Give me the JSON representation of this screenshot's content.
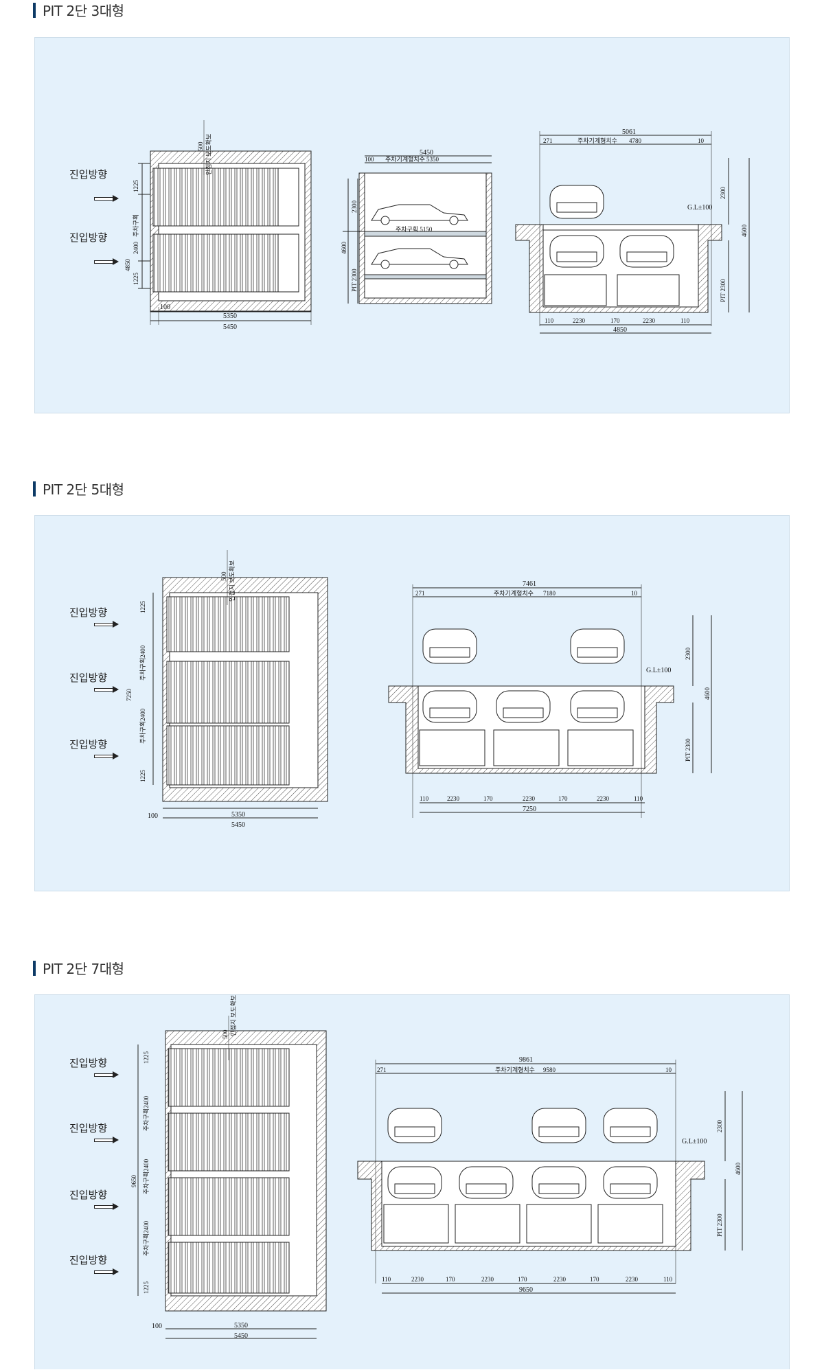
{
  "sections": [
    {
      "title": "PIT 2단 3대형",
      "entry_labels": [
        "진입방향",
        "진입방향"
      ],
      "plan": {
        "rows": [
          "1225",
          "2400",
          "1225"
        ],
        "total_depth": "4850",
        "bay_label": "주차구획",
        "offset": "100",
        "inner_width": "5350",
        "outer_width": "5450",
        "note_value": "500",
        "note_text": "인접지 보도확보"
      },
      "side": {
        "top_dim": "5450",
        "inner_label": "주차기계형치수",
        "inner_value": "5350",
        "left_offset": "100",
        "height_total": "4600",
        "upper": "2300",
        "pit": "PIT 2300",
        "bay_note": "주차구획 5150"
      },
      "front": {
        "overall": "5061",
        "left_offset": "271",
        "inner_label": "주차기계형치수",
        "inner_value": "4780",
        "right_offset": "10",
        "gl": "G.L±100",
        "upper": "2300",
        "total": "4600",
        "pit": "PIT 2300",
        "bottom_dims": [
          "110",
          "2230",
          "170",
          "2230",
          "110"
        ],
        "bottom_total": "4850"
      }
    },
    {
      "title": "PIT 2단 5대형",
      "entry_labels": [
        "진입방향",
        "진입방향",
        "진입방향"
      ],
      "plan": {
        "rows": [
          "1225",
          "주차구획2400",
          "주차구획2400",
          "1225"
        ],
        "total_depth": "7250",
        "offset": "100",
        "inner_width": "5350",
        "outer_width": "5450",
        "note_value": "500",
        "note_text": "인접지 보도확보"
      },
      "front": {
        "overall": "7461",
        "left_offset": "271",
        "inner_label": "주차기계형치수",
        "inner_value": "7180",
        "right_offset": "10",
        "gl": "G.L±100",
        "upper": "2300",
        "total": "4600",
        "pit": "PIT 2300",
        "bottom_dims": [
          "110",
          "2230",
          "170",
          "2230",
          "170",
          "2230",
          "110"
        ],
        "bottom_total": "7250"
      }
    },
    {
      "title": "PIT 2단 7대형",
      "entry_labels": [
        "진입방향",
        "진입방향",
        "진입방향",
        "진입방향"
      ],
      "plan": {
        "rows": [
          "1225",
          "주차구획2400",
          "주차구획2400",
          "주차구획2400",
          "1225"
        ],
        "total_depth": "9650",
        "offset": "100",
        "inner_width": "5350",
        "outer_width": "5450",
        "note_value": "500",
        "note_text": "인접지 보도확보"
      },
      "front": {
        "overall": "9861",
        "left_offset": "271",
        "inner_label": "주차기계형치수",
        "inner_value": "9580",
        "right_offset": "10",
        "gl": "G.L±100",
        "upper": "2300",
        "total": "4600",
        "pit": "PIT 2300",
        "bottom_dims": [
          "110",
          "2230",
          "170",
          "2230",
          "170",
          "2230",
          "170",
          "2230",
          "110"
        ],
        "bottom_total": "9650"
      }
    }
  ],
  "colors": {
    "panel_bg": "#e4f1fb",
    "title_bar": "#0d3a66",
    "line": "#222222"
  }
}
